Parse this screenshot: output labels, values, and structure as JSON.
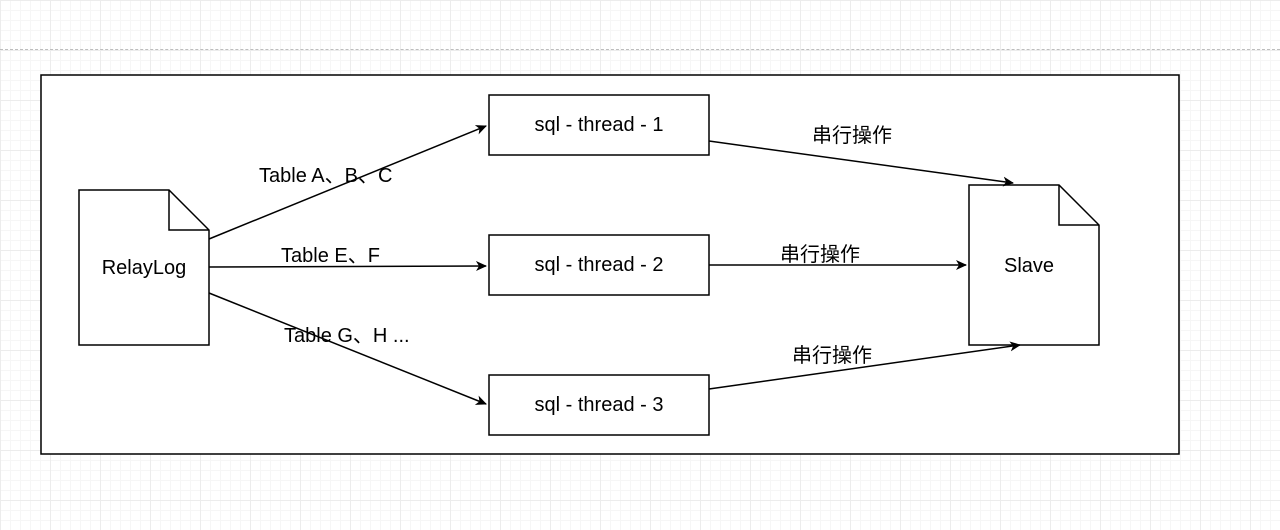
{
  "nodes": {
    "relaylog": "RelayLog",
    "thread1": "sql - thread - 1",
    "thread2": "sql - thread - 2",
    "thread3": "sql - thread - 3",
    "slave": "Slave"
  },
  "edges": {
    "to_thread1": "Table A、B、C",
    "to_thread2": "Table E、F",
    "to_thread3": "Table G、H ...",
    "thread1_to_slave": "串行操作",
    "thread2_to_slave": "串行操作",
    "thread3_to_slave": "串行操作"
  }
}
